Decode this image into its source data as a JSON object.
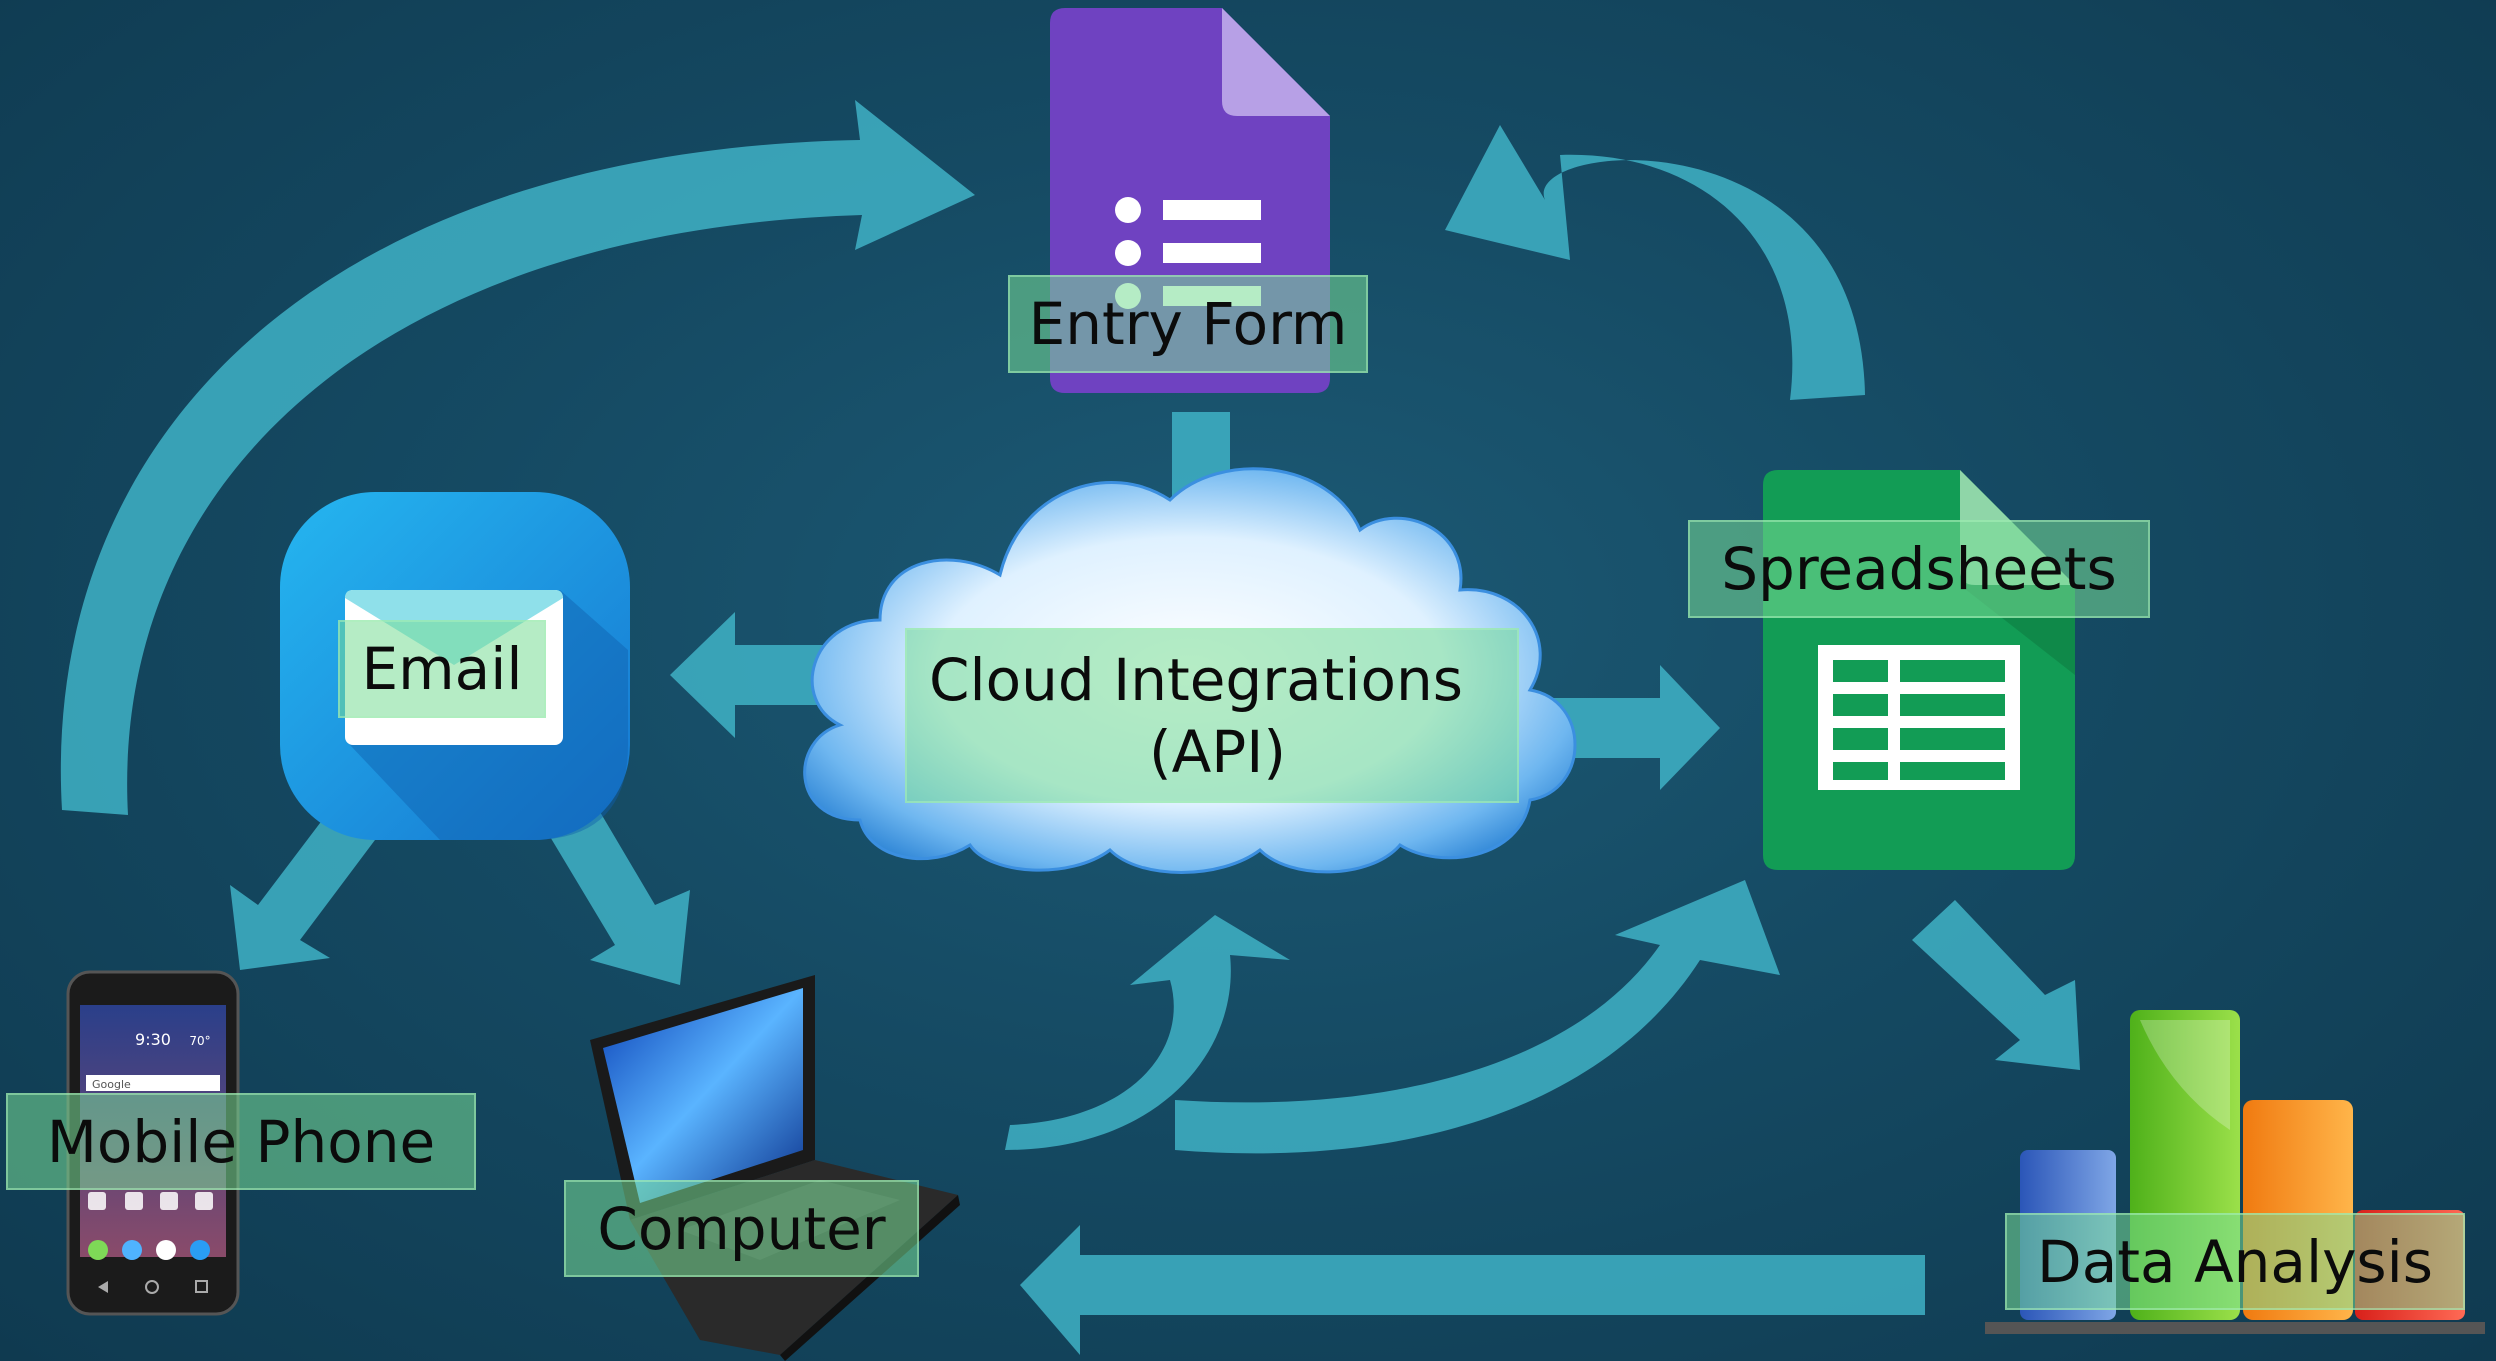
{
  "nodes": {
    "entry_form": "Entry Form",
    "spreadsheets": "Spreadsheets",
    "email": "Email",
    "cloud_line1": "Cloud Integrations",
    "cloud_line2": "(API)",
    "mobile_phone": "Mobile Phone",
    "computer": "Computer",
    "data_analysis": "Data Analysis"
  },
  "phone_screen": {
    "time": "9:30",
    "temp": "70°",
    "search": "Google"
  },
  "colors": {
    "arrow": "#3fb2c6",
    "form": "#6f42c1",
    "sheet": "#129c55",
    "email": "#1a8fdc",
    "label": "#78dc96"
  }
}
